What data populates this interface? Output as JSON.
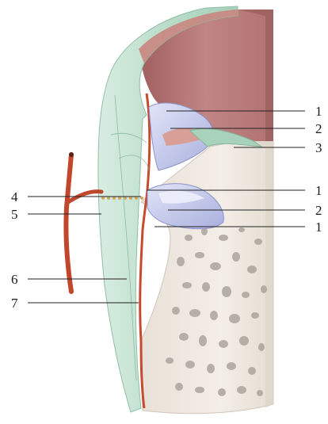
{
  "figure": {
    "labels": {
      "r1": "1",
      "r2": "2",
      "r3": "3",
      "r4": "1",
      "r5": "2",
      "r6": "1",
      "l4": "4",
      "l5": "5",
      "l6": "6",
      "l7": "7"
    },
    "colors": {
      "vessel_lumen": "#b77a78",
      "vessel_wall": "#d9a09c",
      "intima_red": "#c94a30",
      "media_green": "#a9d2bd",
      "adventitia": "#cfe6da",
      "thrombus_blue": "#b9c0e6",
      "bone": "#efe8df",
      "bone_pores": "#9e9690"
    }
  }
}
